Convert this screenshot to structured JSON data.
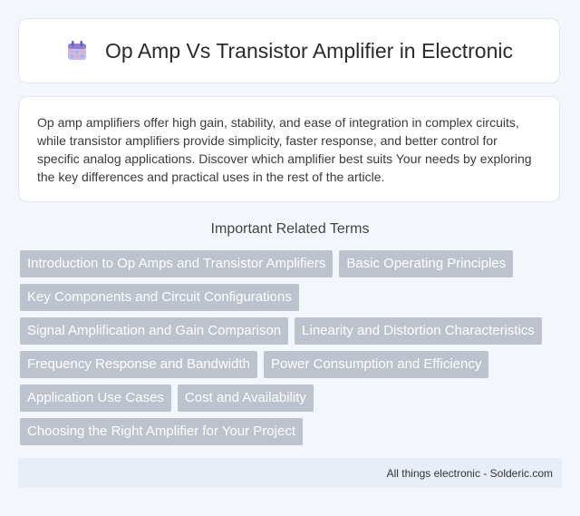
{
  "header": {
    "title": "Op Amp Vs Transistor Amplifier in Electronic",
    "icon": "calendar-icon"
  },
  "intro": {
    "text": "Op amp amplifiers offer high gain, stability, and ease of integration in complex circuits, while transistor amplifiers provide simplicity, faster response, and better control for specific analog applications. Discover which amplifier best suits Your needs by exploring the key differences and practical uses in the rest of the article."
  },
  "related": {
    "heading": "Important Related Terms",
    "terms": [
      "Introduction to Op Amps and Transistor Amplifiers",
      "Basic Operating Principles",
      "Key Components and Circuit Configurations",
      "Signal Amplification and Gain Comparison",
      "Linearity and Distortion Characteristics",
      "Frequency Response and Bandwidth",
      "Power Consumption and Efficiency",
      "Application Use Cases",
      "Cost and Availability",
      "Choosing the Right Amplifier for Your Project"
    ]
  },
  "footer": {
    "text": "All things electronic - Solderic.com"
  }
}
